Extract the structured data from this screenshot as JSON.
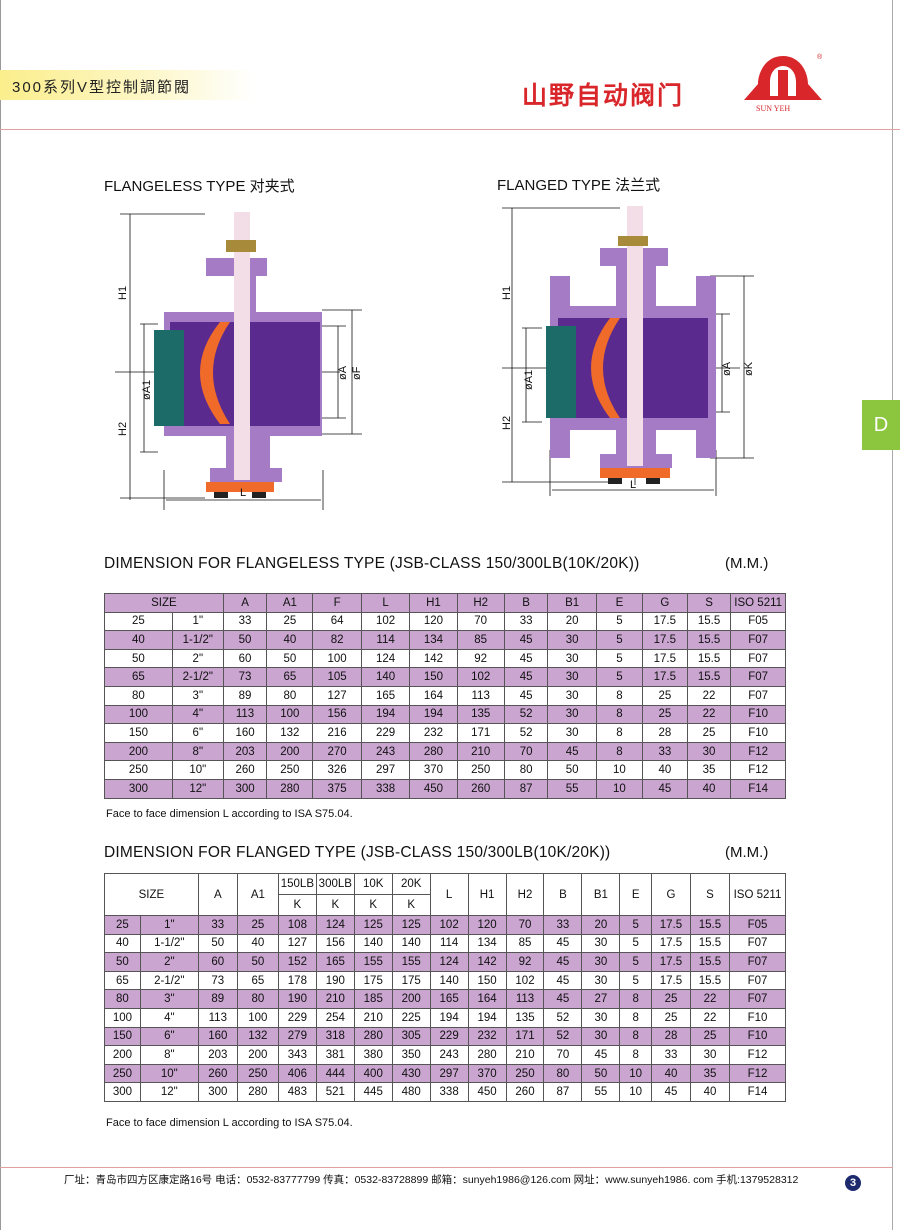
{
  "header": {
    "series_title": "300系列V型控制調節閥",
    "brand": "山野自动阀门",
    "logo_text": "SUN YEH",
    "registered": "®",
    "section_tab": "D"
  },
  "diagrams": {
    "flangeless": {
      "title": "FLANGELESS TYPE  对夹式",
      "labels": {
        "h1": "H1",
        "h2": "H2",
        "a1": "øA1",
        "a": "øA",
        "f": "øF",
        "l": "L"
      }
    },
    "flanged": {
      "title": "FLANGED TYPE  法兰式",
      "labels": {
        "h1": "H1",
        "h2": "H2",
        "a1": "øA1",
        "a": "øA",
        "k": "øK",
        "l": "L"
      }
    }
  },
  "table1": {
    "title": "DIMENSION  FOR  FLANGELESS TYPE  (JSB-CLASS  150/300LB(10K/20K))",
    "unit": "(M.M.)",
    "headers": [
      "SIZE",
      "A",
      "A1",
      "F",
      "L",
      "H1",
      "H2",
      "B",
      "B1",
      "E",
      "G",
      "S",
      "ISO 5211"
    ],
    "rows": [
      [
        "25",
        "1\"",
        "33",
        "25",
        "64",
        "102",
        "120",
        "70",
        "33",
        "20",
        "5",
        "17.5",
        "15.5",
        "F05"
      ],
      [
        "40",
        "1-1/2\"",
        "50",
        "40",
        "82",
        "114",
        "134",
        "85",
        "45",
        "30",
        "5",
        "17.5",
        "15.5",
        "F07"
      ],
      [
        "50",
        "2\"",
        "60",
        "50",
        "100",
        "124",
        "142",
        "92",
        "45",
        "30",
        "5",
        "17.5",
        "15.5",
        "F07"
      ],
      [
        "65",
        "2-1/2\"",
        "73",
        "65",
        "105",
        "140",
        "150",
        "102",
        "45",
        "30",
        "5",
        "17.5",
        "15.5",
        "F07"
      ],
      [
        "80",
        "3\"",
        "89",
        "80",
        "127",
        "165",
        "164",
        "113",
        "45",
        "30",
        "8",
        "25",
        "22",
        "F07"
      ],
      [
        "100",
        "4\"",
        "113",
        "100",
        "156",
        "194",
        "194",
        "135",
        "52",
        "30",
        "8",
        "25",
        "22",
        "F10"
      ],
      [
        "150",
        "6\"",
        "160",
        "132",
        "216",
        "229",
        "232",
        "171",
        "52",
        "30",
        "8",
        "28",
        "25",
        "F10"
      ],
      [
        "200",
        "8\"",
        "203",
        "200",
        "270",
        "243",
        "280",
        "210",
        "70",
        "45",
        "8",
        "33",
        "30",
        "F12"
      ],
      [
        "250",
        "10\"",
        "260",
        "250",
        "326",
        "297",
        "370",
        "250",
        "80",
        "50",
        "10",
        "40",
        "35",
        "F12"
      ],
      [
        "300",
        "12\"",
        "300",
        "280",
        "375",
        "338",
        "450",
        "260",
        "87",
        "55",
        "10",
        "45",
        "40",
        "F14"
      ]
    ],
    "note": "Face to face dimension L according to ISA S75.04."
  },
  "table2": {
    "title": "DIMENSION  FOR  FLANGED TYPE (JSB-CLASS 150/300LB(10K/20K))",
    "unit": "(M.M.)",
    "headers_top": [
      "SIZE",
      "A",
      "A1",
      "150LB",
      "300LB",
      "10K",
      "20K",
      "L",
      "H1",
      "H2",
      "B",
      "B1",
      "E",
      "G",
      "S",
      "ISO 5211"
    ],
    "headers_sub": [
      "K",
      "K",
      "K",
      "K"
    ],
    "rows": [
      [
        "25",
        "1\"",
        "33",
        "25",
        "108",
        "124",
        "125",
        "125",
        "102",
        "120",
        "70",
        "33",
        "20",
        "5",
        "17.5",
        "15.5",
        "F05"
      ],
      [
        "40",
        "1-1/2\"",
        "50",
        "40",
        "127",
        "156",
        "140",
        "140",
        "114",
        "134",
        "85",
        "45",
        "30",
        "5",
        "17.5",
        "15.5",
        "F07"
      ],
      [
        "50",
        "2\"",
        "60",
        "50",
        "152",
        "165",
        "155",
        "155",
        "124",
        "142",
        "92",
        "45",
        "30",
        "5",
        "17.5",
        "15.5",
        "F07"
      ],
      [
        "65",
        "2-1/2\"",
        "73",
        "65",
        "178",
        "190",
        "175",
        "175",
        "140",
        "150",
        "102",
        "45",
        "30",
        "5",
        "17.5",
        "15.5",
        "F07"
      ],
      [
        "80",
        "3\"",
        "89",
        "80",
        "190",
        "210",
        "185",
        "200",
        "165",
        "164",
        "113",
        "45",
        "27",
        "8",
        "25",
        "22",
        "F07"
      ],
      [
        "100",
        "4\"",
        "113",
        "100",
        "229",
        "254",
        "210",
        "225",
        "194",
        "194",
        "135",
        "52",
        "30",
        "8",
        "25",
        "22",
        "F10"
      ],
      [
        "150",
        "6\"",
        "160",
        "132",
        "279",
        "318",
        "280",
        "305",
        "229",
        "232",
        "171",
        "52",
        "30",
        "8",
        "28",
        "25",
        "F10"
      ],
      [
        "200",
        "8\"",
        "203",
        "200",
        "343",
        "381",
        "380",
        "350",
        "243",
        "280",
        "210",
        "70",
        "45",
        "8",
        "33",
        "30",
        "F12"
      ],
      [
        "250",
        "10\"",
        "260",
        "250",
        "406",
        "444",
        "400",
        "430",
        "297",
        "370",
        "250",
        "80",
        "50",
        "10",
        "40",
        "35",
        "F12"
      ],
      [
        "300",
        "12\"",
        "300",
        "280",
        "483",
        "521",
        "445",
        "480",
        "338",
        "450",
        "260",
        "87",
        "55",
        "10",
        "45",
        "40",
        "F14"
      ]
    ],
    "note": "Face to face dimension L according to ISA S75.04."
  },
  "footer": {
    "text": "厂址：青岛市四方区康定路16号  电话：0532-83777799  传真：0532-83728899  邮箱：sunyeh1986@126.com  网址：www.sunyeh1986. com  手机:1379528312",
    "page": "3"
  },
  "colors": {
    "row_purple": "#c9a5d0",
    "brand_red": "#d8262b",
    "tab_green": "#8cc63f"
  }
}
